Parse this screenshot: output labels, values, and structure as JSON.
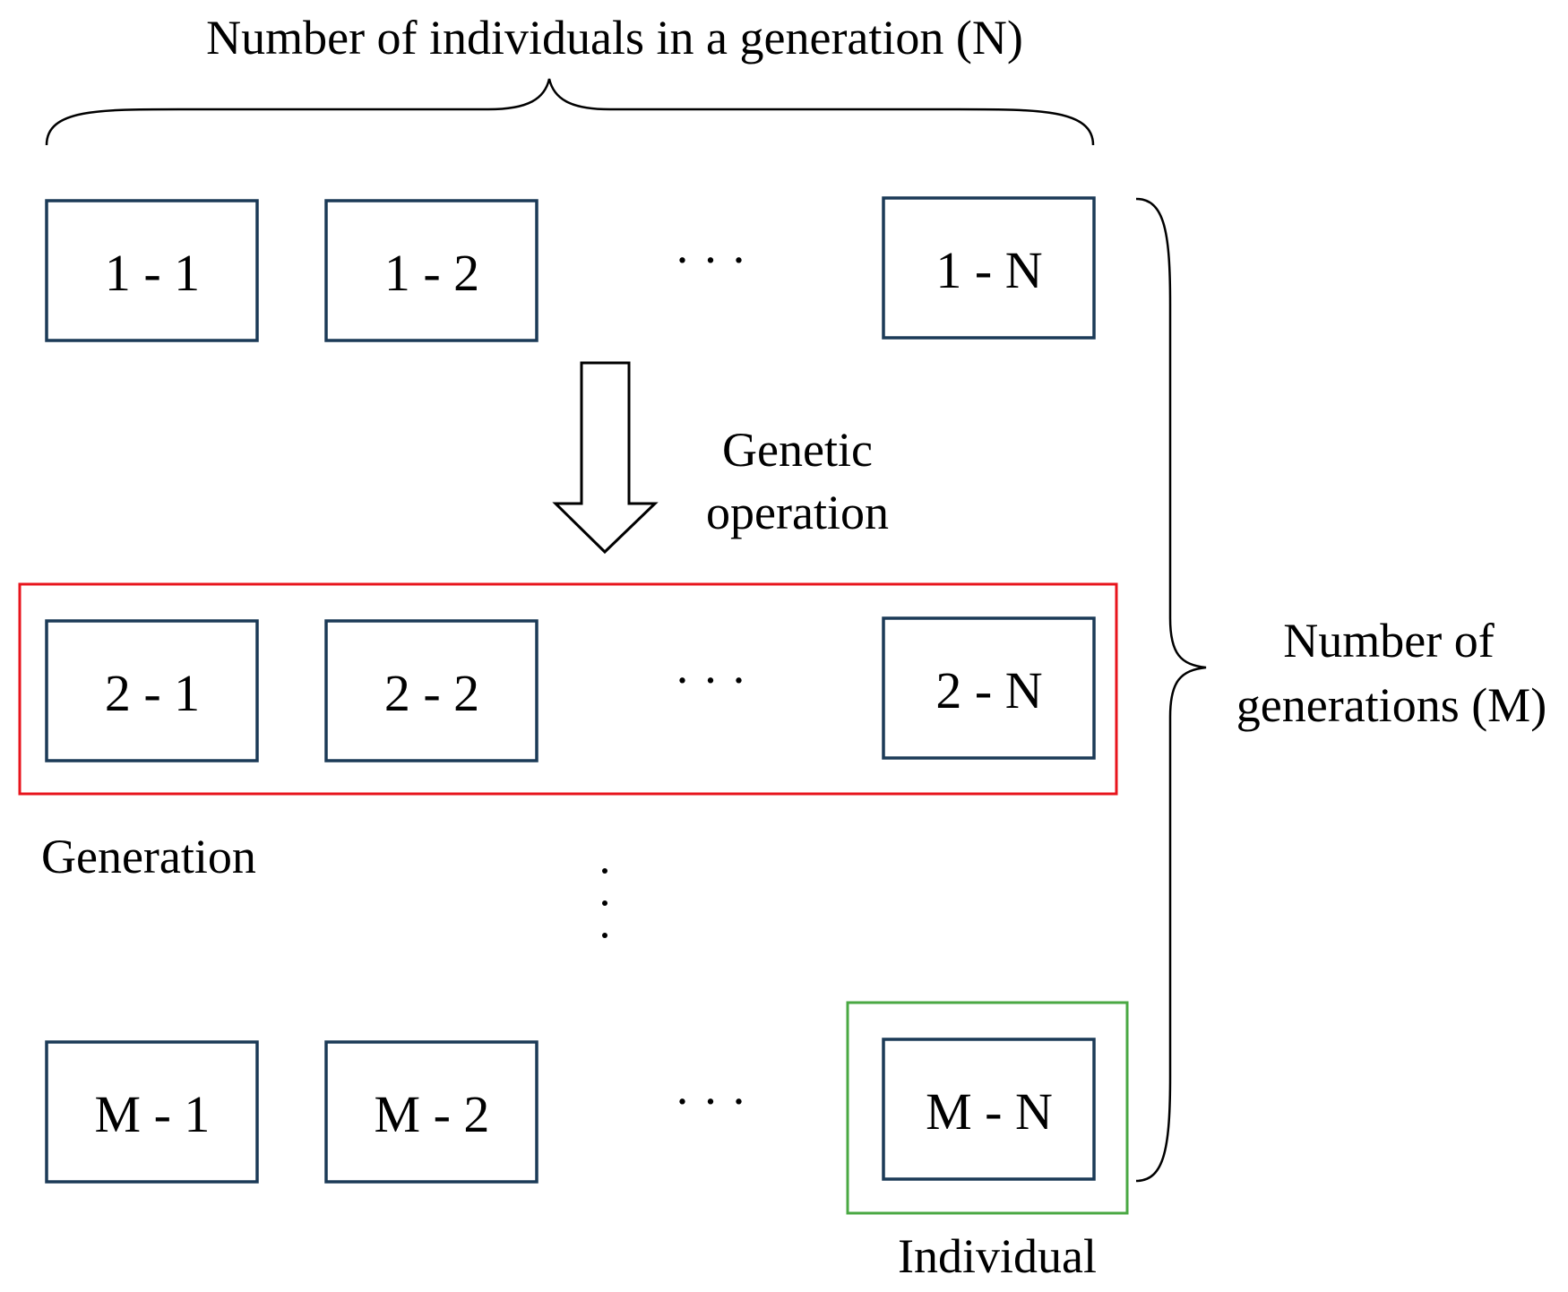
{
  "top_label": "Number of individuals in a generation (N)",
  "side_label": [
    "Number of",
    "generations (M)"
  ],
  "arrow_label": [
    "Genetic",
    "operation"
  ],
  "generation_label": "Generation",
  "individual_label": "Individual",
  "ellipsis": "· · ·",
  "rows": [
    [
      "1 - 1",
      "1 - 2",
      "1 - N"
    ],
    [
      "2 - 1",
      "2 - 2",
      "2 - N"
    ],
    [
      "M - 1",
      "M - 2",
      "M - N"
    ]
  ],
  "colors": {
    "cell_border": "#1b3a57",
    "generation_highlight": "#e8141c",
    "individual_highlight": "#4aa843",
    "line": "#000000"
  }
}
